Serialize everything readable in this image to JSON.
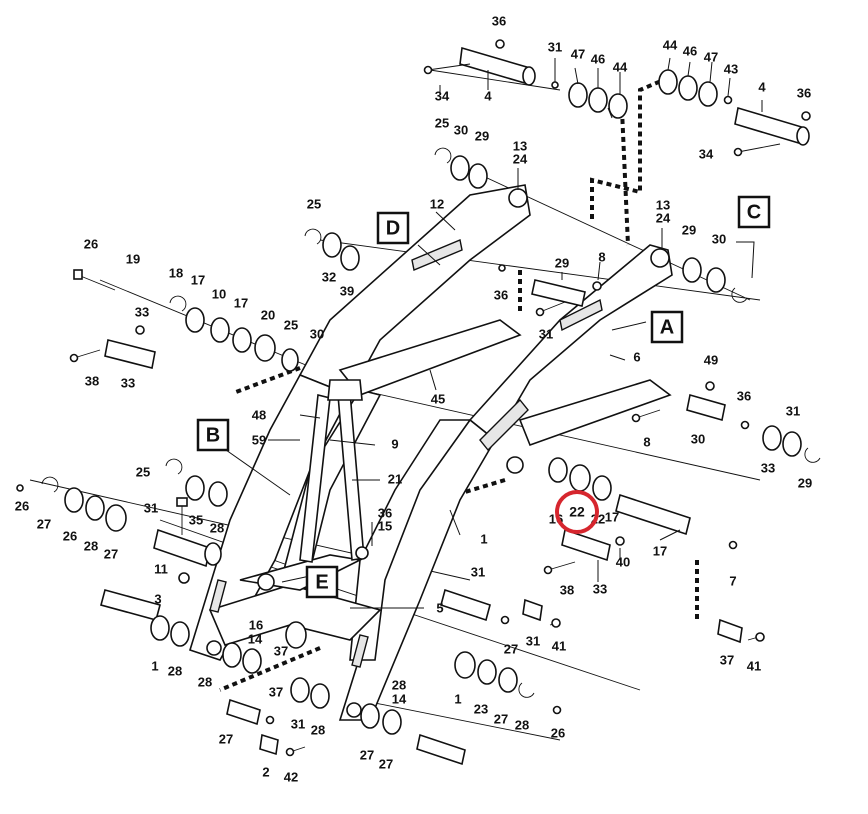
{
  "part_numbers": [
    "36",
    "31",
    "47",
    "46",
    "44",
    "44",
    "46",
    "47",
    "43",
    "4",
    "36",
    "34",
    "4",
    "34",
    "25",
    "30",
    "29",
    "13",
    "24",
    "13",
    "24",
    "12",
    "29",
    "30",
    "25",
    "32",
    "39",
    "26",
    "19",
    "18",
    "17",
    "10",
    "17",
    "20",
    "25",
    "30",
    "29",
    "8",
    "36",
    "31",
    "33",
    "38",
    "33",
    "45",
    "48",
    "59",
    "9",
    "21",
    "6",
    "49",
    "36",
    "31",
    "30",
    "8",
    "33",
    "29",
    "25",
    "26",
    "31",
    "35",
    "28",
    "27",
    "26",
    "28",
    "27",
    "11",
    "3",
    "36",
    "15",
    "1",
    "16",
    "17",
    "22",
    "17",
    "40",
    "38",
    "33",
    "7",
    "31",
    "5",
    "16",
    "14",
    "1",
    "28",
    "27",
    "31",
    "41",
    "37",
    "41",
    "37",
    "28",
    "27",
    "2",
    "42",
    "37",
    "31",
    "28",
    "27",
    "27",
    "28",
    "14",
    "1",
    "23",
    "27",
    "28",
    "26",
    "31"
  ],
  "callouts": {
    "A": "A",
    "B": "B",
    "C": "C",
    "D": "D",
    "E": "E"
  },
  "highlight": {
    "label": "22",
    "color": "#d6262e"
  }
}
